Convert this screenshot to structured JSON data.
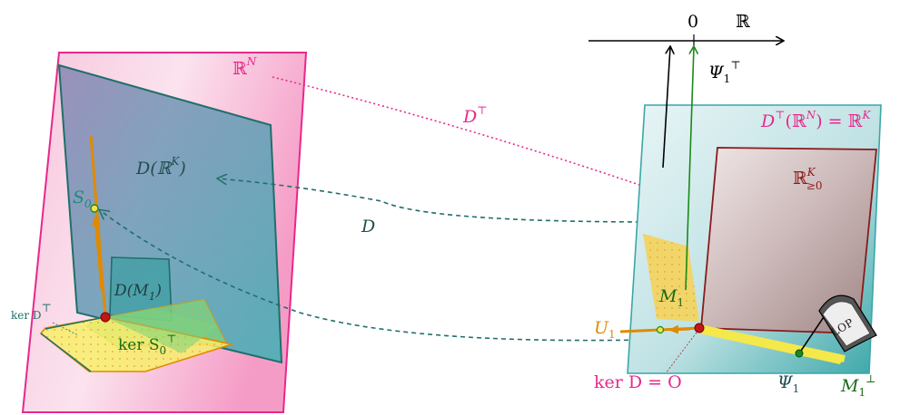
{
  "colors": {
    "magenta": "#e8288c",
    "teal": "#1f6f6b",
    "teal_fill": "#3a9ea2",
    "green": "#1a8a1a",
    "orange": "#e08a00",
    "dark_red": "#8b1a1a",
    "yellow": "#f0e020",
    "black": "#000000"
  },
  "axis": {
    "zero_label": "0",
    "reals_label": "ℝ"
  },
  "left_panel": {
    "space_label": "ℝ",
    "space_sup": "N",
    "range_label": "D(ℝ",
    "range_sup": "K",
    "range_close": ")",
    "s0_label": "S",
    "s0_sub": "0",
    "dm1_label": "D(",
    "dm1_script": "M",
    "dm1_sub": "1",
    "dm1_close": ")",
    "kerdt_label": "ker D",
    "kerdt_sup": "⊤",
    "kers0_label": "ker S",
    "kers0_sub": "0",
    "kers0_sup": "⊤"
  },
  "arrows": {
    "dt_label": "D",
    "dt_sup": "⊤",
    "d_label": "D"
  },
  "right_panel": {
    "image_label": "D",
    "image_sup": "⊤",
    "image_rest": "(ℝ",
    "image_sup2": "N",
    "image_eq": ") = ℝ",
    "image_sup3": "K",
    "orthant_label": "ℝ",
    "orthant_sup": "K",
    "orthant_sub": "≥0",
    "psi1t_label": "Ψ",
    "psi1t_sub": "1",
    "psi1t_sup": "⊤",
    "m1_label": "M",
    "m1_sub": "1",
    "u1_label": "U",
    "u1_sub": "1",
    "kerd_label": "ker D = O",
    "psi1_label": "Ψ",
    "psi1_sub": "1",
    "m1perp_label": "M",
    "m1perp_sub": "1",
    "m1perp_sup": "⊥",
    "flag_text": "LOP"
  }
}
